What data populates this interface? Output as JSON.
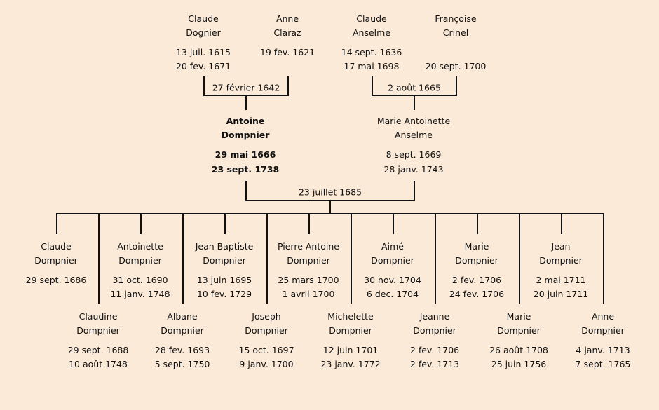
{
  "grandparents": [
    {
      "first": "Claude",
      "last": "Dognier",
      "birth": "13 juil. 1615",
      "death": "20 fev. 1671"
    },
    {
      "first": "Anne",
      "last": "Claraz",
      "birth": "19 fev. 1621",
      "death": ""
    },
    {
      "first": "Claude",
      "last": "Anselme",
      "birth": "14 sept. 1636",
      "death": "17 mai 1698"
    },
    {
      "first": "Françoise",
      "last": "Crinel",
      "birth": "",
      "death": "20 sept. 1700"
    }
  ],
  "marriages": {
    "paternal": "27 février 1642",
    "maternal": "2 août 1665",
    "parents": "23 juillet 1685"
  },
  "parents": [
    {
      "first": "Antoine",
      "last": "Dompnier",
      "birth": "29 mai 1666",
      "death": "23 sept. 1738"
    },
    {
      "first": "Marie Antoinette",
      "last": "Anselme",
      "birth": "8 sept. 1669",
      "death": "28 janv. 1743"
    }
  ],
  "children": [
    {
      "first": "Claude",
      "last": "Dompnier",
      "birth": "29 sept. 1686",
      "death": ""
    },
    {
      "first": "Claudine",
      "last": "Dompnier",
      "birth": "29 sept. 1688",
      "death": "10 août 1748"
    },
    {
      "first": "Antoinette",
      "last": "Dompnier",
      "birth": "31 oct. 1690",
      "death": "11 janv. 1748"
    },
    {
      "first": "Albane",
      "last": "Dompnier",
      "birth": "28 fev. 1693",
      "death": "5 sept. 1750"
    },
    {
      "first": "Jean Baptiste",
      "last": "Dompnier",
      "birth": "13 juin 1695",
      "death": "10 fev. 1729"
    },
    {
      "first": "Joseph",
      "last": "Dompnier",
      "birth": "15 oct. 1697",
      "death": "9 janv. 1700"
    },
    {
      "first": "Pierre Antoine",
      "last": "Dompnier",
      "birth": "25 mars 1700",
      "death": "1 avril 1700"
    },
    {
      "first": "Michelette",
      "last": "Dompnier",
      "birth": "12 juin 1701",
      "death": "23 janv. 1772"
    },
    {
      "first": "Aimé",
      "last": "Dompnier",
      "birth": "30 nov. 1704",
      "death": "6 dec. 1704"
    },
    {
      "first": "Jeanne",
      "last": "Dompnier",
      "birth": "2 fev. 1706",
      "death": "2 fev. 1713"
    },
    {
      "first": "Marie",
      "last": "Dompnier",
      "birth": "2 fev. 1706",
      "death": "24 fev. 1706"
    },
    {
      "first": "Marie",
      "last": "Dompnier",
      "birth": "26 août 1708",
      "death": "25 juin 1756"
    },
    {
      "first": "Jean",
      "last": "Dompnier",
      "birth": "2 mai 1711",
      "death": "20 juin 1711"
    },
    {
      "first": "Anne",
      "last": "Dompnier",
      "birth": "4 janv. 1713",
      "death": "7 sept. 1765"
    }
  ]
}
